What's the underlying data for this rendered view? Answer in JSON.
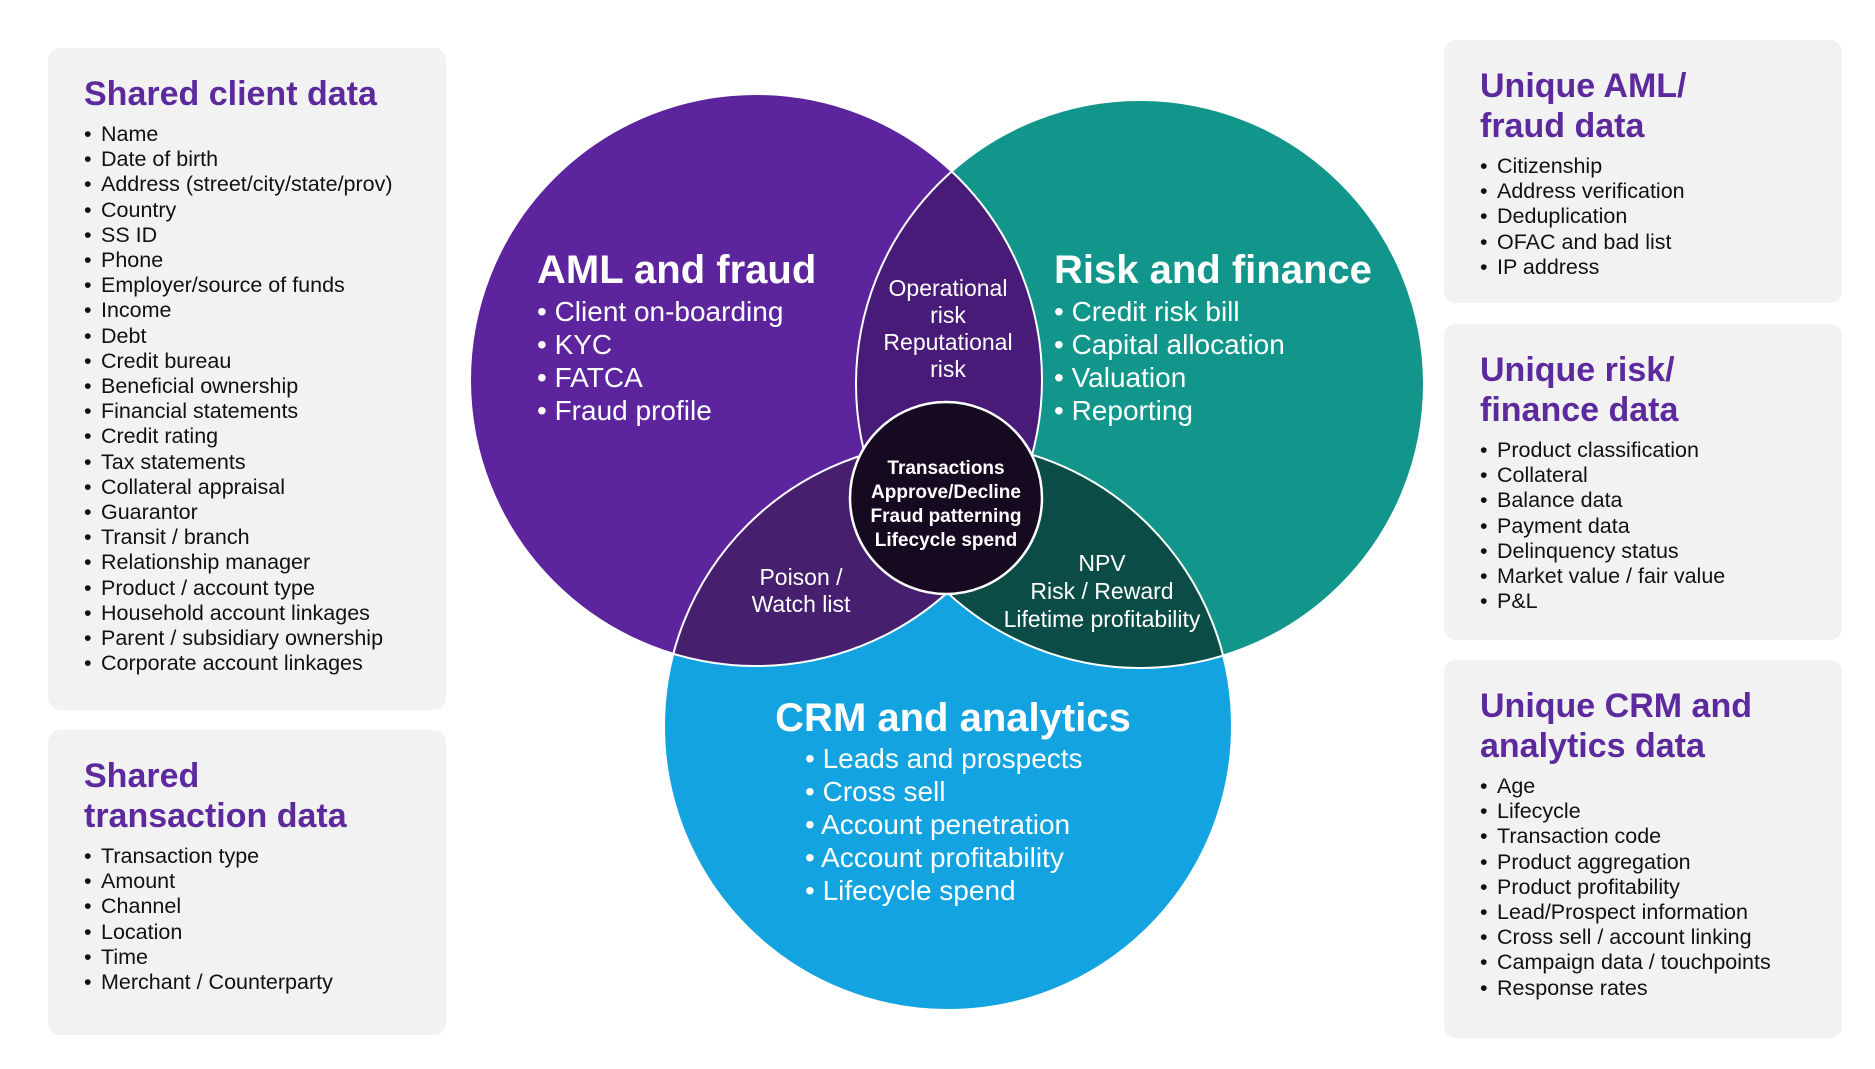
{
  "shared_client": {
    "title": "Shared client data",
    "items": [
      "Name",
      "Date of birth",
      "Address (street/city/state/prov)",
      "Country",
      "SS ID",
      "Phone",
      "Employer/source of funds",
      "Income",
      "Debt",
      "Credit bureau",
      "Beneficial ownership",
      "Financial statements",
      "Credit rating",
      "Tax statements",
      "Collateral appraisal",
      "Guarantor",
      "Transit / branch",
      "Relationship manager",
      "Product / account type",
      "Household account linkages",
      "Parent / subsidiary ownership",
      "Corporate account linkages"
    ]
  },
  "shared_transaction": {
    "title_lines": [
      "Shared",
      "transaction data"
    ],
    "items": [
      "Transaction type",
      "Amount",
      "Channel",
      "Location",
      "Time",
      "Merchant / Counterparty"
    ]
  },
  "unique_aml": {
    "title_lines": [
      "Unique AML/",
      "fraud data"
    ],
    "items": [
      "Citizenship",
      "Address verification",
      "Deduplication",
      "OFAC and bad list",
      "IP address"
    ]
  },
  "unique_risk": {
    "title_lines": [
      "Unique risk/",
      "finance data"
    ],
    "items": [
      "Product classification",
      "Collateral",
      "Balance data",
      "Payment data",
      "Delinquency status",
      "Market value / fair value",
      "P&L"
    ]
  },
  "unique_crm": {
    "title_lines": [
      "Unique CRM and",
      "analytics data"
    ],
    "items": [
      "Age",
      "Lifecycle",
      "Transaction code",
      "Product aggregation",
      "Product profitability",
      "Lead/Prospect information",
      "Cross sell / account linking",
      "Campaign data / touchpoints",
      "Response rates"
    ]
  },
  "venn": {
    "aml": {
      "title": "AML and fraud",
      "items": [
        "Client on-boarding",
        "KYC",
        "FATCA",
        "Fraud profile"
      ],
      "color": "#5c259d"
    },
    "risk": {
      "title": "Risk and finance",
      "items": [
        "Credit risk bill",
        "Capital allocation",
        "Valuation",
        "Reporting"
      ],
      "color": "#12968c"
    },
    "crm": {
      "title": "CRM and analytics",
      "items": [
        "Leads and prospects",
        "Cross sell",
        "Account penetration",
        "Account profitability",
        "Lifecycle spend"
      ],
      "color": "#12a3e0"
    },
    "aml_risk": {
      "lines": [
        "Operational",
        "risk",
        "Reputational",
        "risk"
      ],
      "color": "#491b78"
    },
    "aml_crm": {
      "lines": [
        "Poison /",
        "Watch list"
      ],
      "color": "#46206f"
    },
    "risk_crm": {
      "lines": [
        "NPV",
        "Risk / Reward",
        "Lifetime profitability"
      ],
      "color": "#0c4c46"
    },
    "center": {
      "lines": [
        "Transactions",
        "Approve/Decline",
        "Fraud patterning",
        "Lifecycle spend"
      ],
      "color": "#150a1f"
    }
  }
}
